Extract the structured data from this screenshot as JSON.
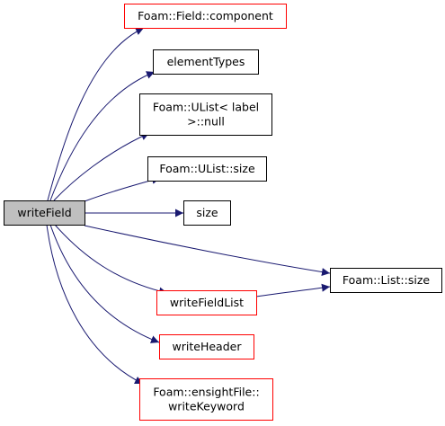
{
  "colors": {
    "edge": "#191970",
    "border_red": "#ff0000",
    "border_black": "#000000",
    "root_fill": "#bfbfbf",
    "node_fill": "#ffffff"
  },
  "nodes": [
    {
      "id": "writeField",
      "lines": [
        "writeField"
      ],
      "border": "black",
      "root": true
    },
    {
      "id": "field-component",
      "lines": [
        "Foam::Field::component"
      ],
      "border": "red"
    },
    {
      "id": "elementTypes",
      "lines": [
        "elementTypes"
      ],
      "border": "black"
    },
    {
      "id": "ulist-null",
      "lines": [
        "Foam::UList< label",
        ">::null"
      ],
      "border": "black"
    },
    {
      "id": "ulist-size",
      "lines": [
        "Foam::UList::size"
      ],
      "border": "black"
    },
    {
      "id": "size",
      "lines": [
        "size"
      ],
      "border": "black"
    },
    {
      "id": "list-size",
      "lines": [
        "Foam::List::size"
      ],
      "border": "black"
    },
    {
      "id": "writeFieldList",
      "lines": [
        "writeFieldList"
      ],
      "border": "red"
    },
    {
      "id": "writeHeader",
      "lines": [
        "writeHeader"
      ],
      "border": "red"
    },
    {
      "id": "ensight-writeKeyword",
      "lines": [
        "Foam::ensightFile::",
        "writeKeyword"
      ],
      "border": "red"
    }
  ],
  "edges": [
    {
      "from": "writeField",
      "to": "field-component"
    },
    {
      "from": "writeField",
      "to": "elementTypes"
    },
    {
      "from": "writeField",
      "to": "ulist-null"
    },
    {
      "from": "writeField",
      "to": "ulist-size"
    },
    {
      "from": "writeField",
      "to": "size"
    },
    {
      "from": "writeField",
      "to": "list-size"
    },
    {
      "from": "writeField",
      "to": "writeFieldList"
    },
    {
      "from": "writeField",
      "to": "writeHeader"
    },
    {
      "from": "writeField",
      "to": "ensight-writeKeyword"
    },
    {
      "from": "writeFieldList",
      "to": "list-size"
    }
  ]
}
